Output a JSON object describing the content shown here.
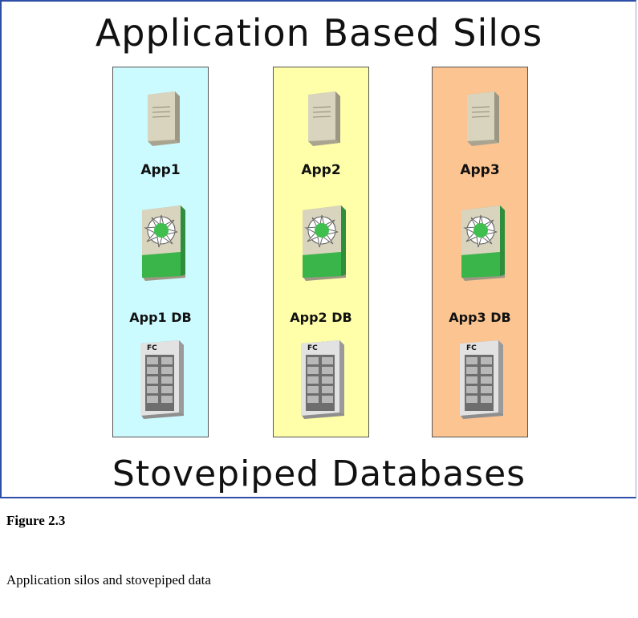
{
  "diagram": {
    "title": "Application Based Silos",
    "footer": "Stovepiped Databases",
    "columns": [
      {
        "app_label": "App1",
        "db_label": "App1 DB",
        "storage_tag": "FC",
        "color": "#ccfbff"
      },
      {
        "app_label": "App2",
        "db_label": "App2 DB",
        "storage_tag": "FC",
        "color": "#ffffaa"
      },
      {
        "app_label": "App3",
        "db_label": "App3 DB",
        "storage_tag": "FC",
        "color": "#fcc491"
      }
    ],
    "icons": {
      "app": "app-server-icon",
      "database": "database-server-icon",
      "storage": "fc-storage-array-icon"
    }
  },
  "caption": {
    "figure_number": "Figure 2.3",
    "text": "Application silos and stovepiped data"
  }
}
